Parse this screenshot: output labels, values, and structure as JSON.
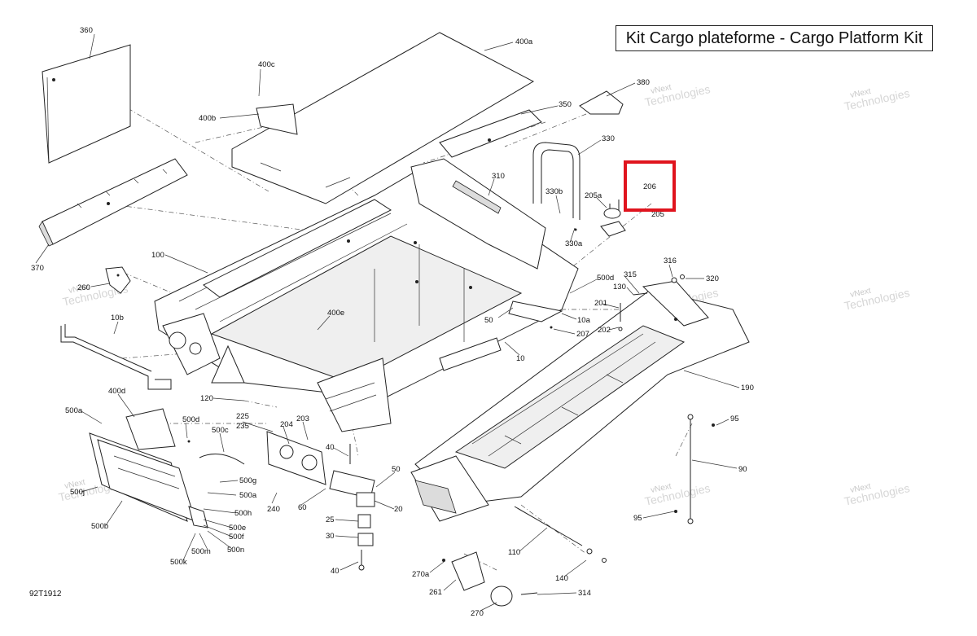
{
  "title": "Kit Cargo plateforme - Cargo Platform Kit",
  "diagram_id": "92T1912",
  "highlight": {
    "part": "206",
    "color": "#e0141e"
  },
  "watermark": {
    "line1": "vNext",
    "line2": "Technologies"
  },
  "callouts": {
    "p360": "360",
    "p400a": "400a",
    "p400c": "400c",
    "p400b": "400b",
    "p380": "380",
    "p350": "350",
    "p330": "330",
    "p310": "310",
    "p330b": "330b",
    "p205a": "205a",
    "p205": "205",
    "p330a": "330a",
    "p370": "370",
    "p100": "100",
    "p260": "260",
    "p10b": "10b",
    "p400e": "400e",
    "p500d_top": "500d",
    "p315": "315",
    "p316": "316",
    "p320": "320",
    "p130": "130",
    "p201": "201",
    "p50_top": "50",
    "p10a": "10a",
    "p202": "202",
    "p207": "207",
    "p10": "10",
    "p190": "190",
    "p400d": "400d",
    "p120": "120",
    "p500a": "500a",
    "p500d_left": "500d",
    "p225": "225",
    "p235": "235",
    "p204": "204",
    "p203": "203",
    "p500c": "500c",
    "p40_top": "40",
    "p50_mid": "50",
    "p95_right": "95",
    "p500g": "500g",
    "p240": "240",
    "p60": "60",
    "p500a_2": "500a",
    "p500j": "500j",
    "p500h": "500h",
    "p25": "25",
    "p20": "20",
    "p90": "90",
    "p500b": "500b",
    "p500e": "500e",
    "p500f": "500f",
    "p30": "30",
    "p95_bottom": "95",
    "p500m": "500m",
    "p500n": "500n",
    "p110": "110",
    "p500k": "500k",
    "p40_bottom": "40",
    "p270a": "270a",
    "p140": "140",
    "p261": "261",
    "p314": "314",
    "p270": "270"
  }
}
